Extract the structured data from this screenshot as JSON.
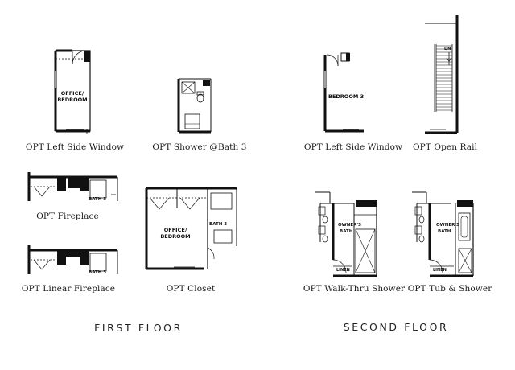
{
  "captions": {
    "c1": "OPT Left Side Window",
    "c2": "OPT Shower @Bath 3",
    "c3": "OPT Fireplace",
    "c4": "OPT Linear Fireplace",
    "c5": "OPT Closet",
    "c6": "OPT Left Side Window",
    "c7": "OPT Open Rail",
    "c8": "OPT Walk-Thru Shower",
    "c9": "OPT Tub & Shower"
  },
  "floors": {
    "first": "FIRST FLOOR",
    "second": "SECOND FLOOR"
  },
  "room_labels": {
    "office_1": "OFFICE/",
    "office_2": "BEDROOM",
    "bath3": "BATH 3",
    "bedroom3": "BEDROOM 3",
    "owners_1": "OWNER'S",
    "owners_2": "BATH",
    "linen": "LINEN",
    "dn": "DN"
  },
  "colors": {
    "line": "#111111",
    "wall": "#111111"
  }
}
